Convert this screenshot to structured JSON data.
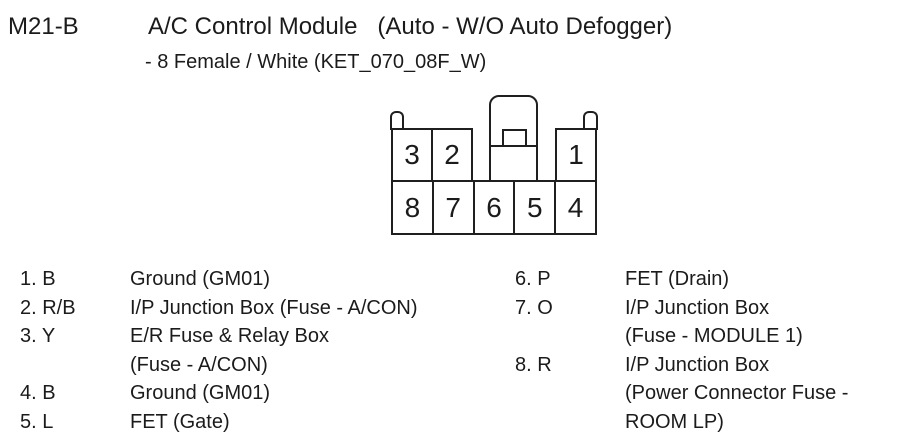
{
  "header": {
    "connector_id": "M21-B",
    "title": "A/C Control Module   (Auto - W/O Auto Defogger)",
    "subtitle": "- 8 Female / White (KET_070_08F_W)"
  },
  "connector": {
    "top_row_left_cavities": [
      "3",
      "2"
    ],
    "top_row_right_cavities": [
      "1"
    ],
    "bottom_row_cavities": [
      "8",
      "7",
      "6",
      "5",
      "4"
    ]
  },
  "pins": {
    "left_column": [
      {
        "num": "1. B",
        "desc": "Ground (GM01)"
      },
      {
        "num": "2. R/B",
        "desc": "I/P Junction Box (Fuse - A/CON)"
      },
      {
        "num": "3. Y",
        "desc": "E/R Fuse & Relay Box"
      },
      {
        "num": "",
        "desc": "(Fuse - A/CON)"
      },
      {
        "num": "4. B",
        "desc": "Ground (GM01)"
      },
      {
        "num": "5. L",
        "desc": "FET (Gate)"
      }
    ],
    "right_column": [
      {
        "num": "6. P",
        "desc": "FET (Drain)"
      },
      {
        "num": "7. O",
        "desc": "I/P Junction Box"
      },
      {
        "num": "",
        "desc": "(Fuse - MODULE 1)"
      },
      {
        "num": "8. R",
        "desc": "I/P Junction Box"
      },
      {
        "num": "",
        "desc": "(Power Connector Fuse -"
      },
      {
        "num": "",
        "desc": "ROOM LP)"
      }
    ]
  },
  "colors": {
    "background": "#ffffff",
    "text": "#1b1b1b",
    "line": "#1f1f1f"
  }
}
